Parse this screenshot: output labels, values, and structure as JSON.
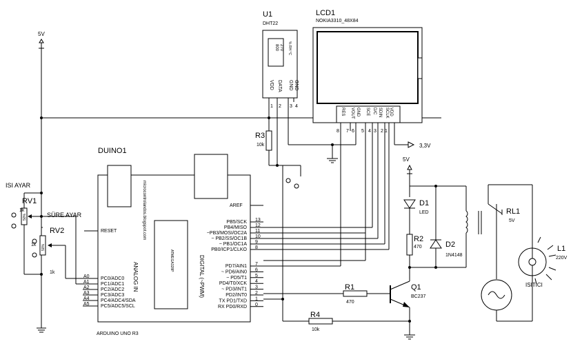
{
  "power": {
    "five_v_left": "5V",
    "five_v_right": "5V",
    "three_v3": "3,3V"
  },
  "u1": {
    "ref": "U1",
    "part": "DHT22",
    "pins": [
      "VDD",
      "DATA",
      "GND",
      "GND"
    ],
    "pin_nums": [
      "1",
      "2",
      "3",
      "4"
    ],
    "display": [
      "800",
      "270"
    ],
    "units": "% RH °C"
  },
  "lcd": {
    "ref": "LCD1",
    "part": "NOKIA3310_48X84",
    "pins": [
      "RES",
      "VOUT",
      "GND",
      "SCE",
      "D/C",
      "SDIN",
      "SCLK",
      "VDD"
    ],
    "pin_nums": [
      "8",
      "7",
      "6",
      "5",
      "4",
      "3",
      "2",
      "1"
    ]
  },
  "r3": {
    "ref": "R3",
    "value": "10k"
  },
  "r1": {
    "ref": "R1",
    "value": "470"
  },
  "r2": {
    "ref": "R2",
    "value": "470"
  },
  "r4": {
    "ref": "R4",
    "value": "10k"
  },
  "d1": {
    "ref": "D1",
    "value": "LED"
  },
  "d2": {
    "ref": "D2",
    "value": "1N4148"
  },
  "q1": {
    "ref": "Q1",
    "value": "BC237"
  },
  "rl1": {
    "ref": "RL1",
    "value": "5V"
  },
  "l1": {
    "ref": "L1",
    "value": "220V",
    "label": "ISITICI"
  },
  "rv1": {
    "ref": "RV1",
    "label": "ISI AYAR",
    "value": "1k",
    "pct": "50%"
  },
  "rv2": {
    "ref": "RV2",
    "label": "SÜRE AYAR",
    "value": "1k",
    "pct": "50%"
  },
  "duino": {
    "ref": "DUINO1",
    "part": "ARDUINO UNO R3",
    "brand": "microcontrolandos.blogspot.com",
    "analog_label": "ANALOG IN",
    "digital_label": "DIGITAL (~PWM)",
    "chip_text": "ATMEGA328P",
    "aref": "AREF",
    "reset": "RESET",
    "left_pins": [
      {
        "num": "A0",
        "name": "PC0/ADC0"
      },
      {
        "num": "A1",
        "name": "PC1/ADC1"
      },
      {
        "num": "A2",
        "name": "PC2/ADC2"
      },
      {
        "num": "A3",
        "name": "PC3/ADC3"
      },
      {
        "num": "A4",
        "name": "PC4/ADC4/SDA"
      },
      {
        "num": "A5",
        "name": "PC5/ADC5/SCL"
      }
    ],
    "right_pins_top": [
      {
        "num": "13",
        "name": "PB5/SCK"
      },
      {
        "num": "12",
        "name": "PB4/MISO"
      },
      {
        "num": "11",
        "name": "~PB3/MOSI/OC2A"
      },
      {
        "num": "10",
        "name": "~ PB2/SS/OC1B"
      },
      {
        "num": "9",
        "name": "~ PB1/OC1A"
      },
      {
        "num": "8",
        "name": "PB0/ICP1/CLKO"
      }
    ],
    "right_pins_bottom": [
      {
        "num": "7",
        "name": "PD7/AIN1"
      },
      {
        "num": "6",
        "name": "~ PD6/AIN0"
      },
      {
        "num": "5",
        "name": "~ PD5/T1"
      },
      {
        "num": "4",
        "name": "PD4/T0/XCK"
      },
      {
        "num": "3",
        "name": "~ PD3/INT1"
      },
      {
        "num": "2",
        "name": "PD2/INT0"
      },
      {
        "num": "1",
        "name": "TX PD1/TXD"
      },
      {
        "num": "0",
        "name": "RX PD0/RXD"
      }
    ]
  }
}
